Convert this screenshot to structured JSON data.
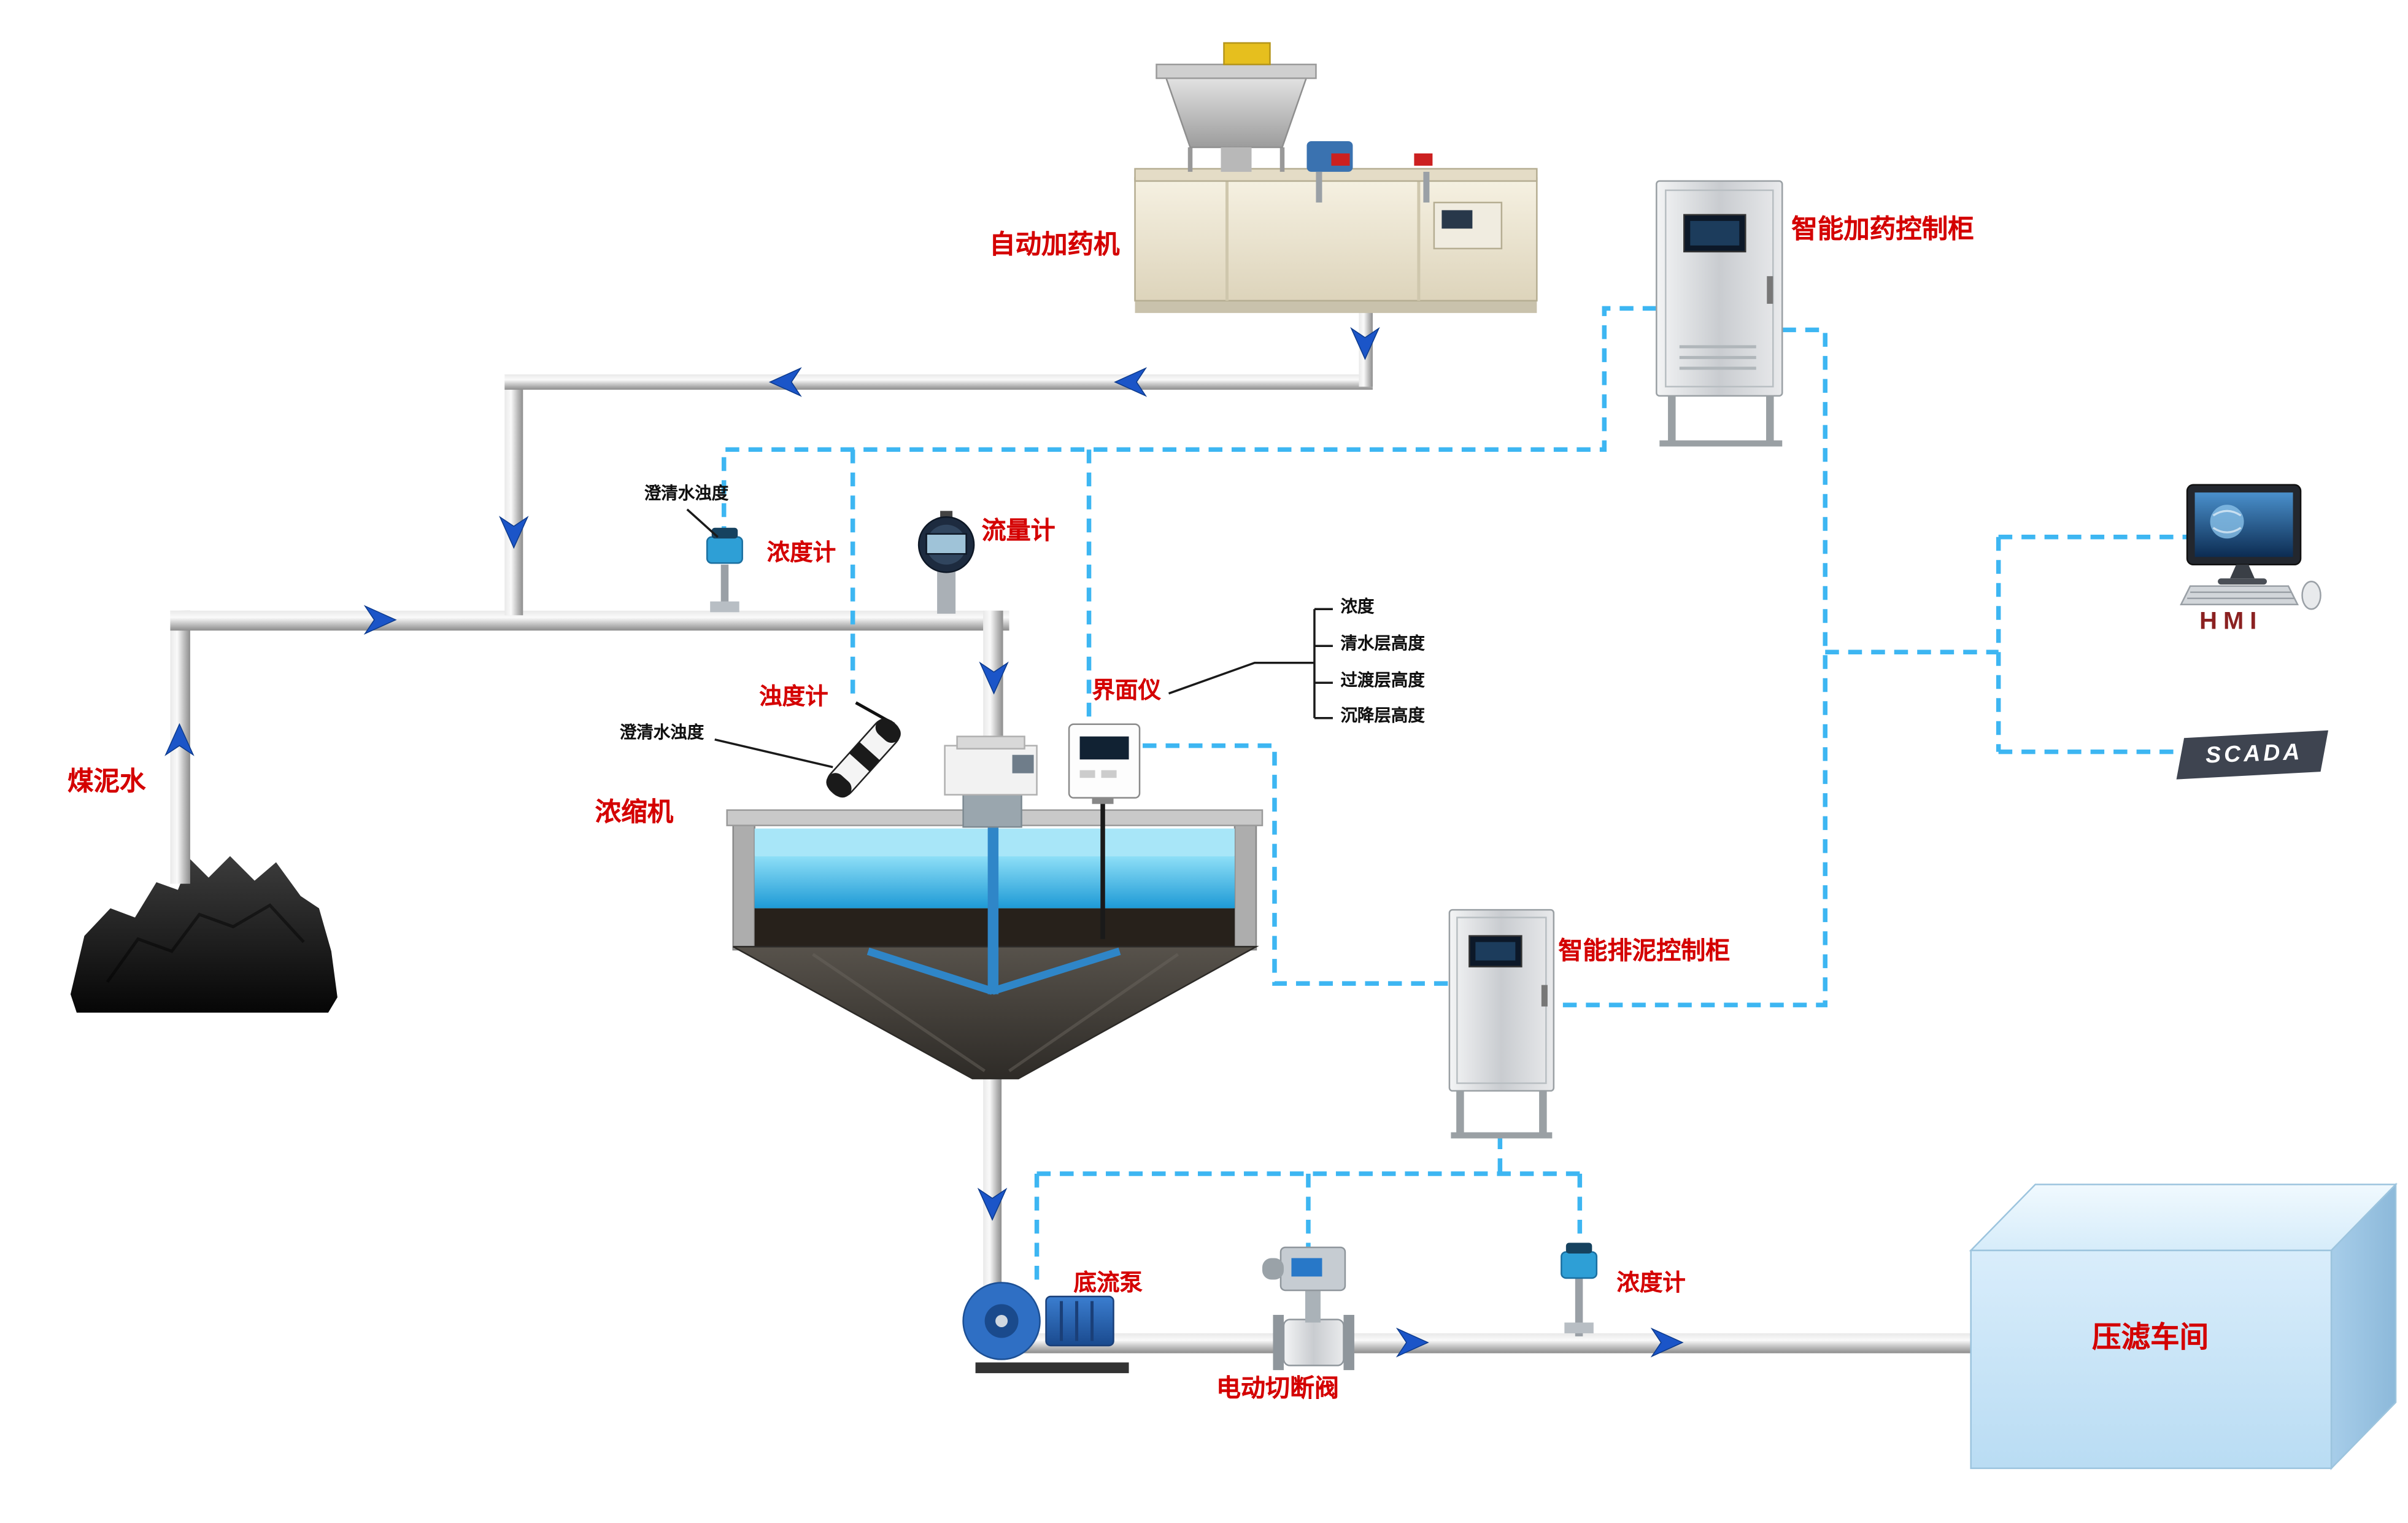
{
  "colors": {
    "label_red": "#d40000",
    "label_dark": "#111111",
    "signal_blue": "#3db6f2",
    "flow_blue": "#1b55c8",
    "hmi_label": "#8b2121",
    "scada_bg": "#3e4450",
    "water_blue": "#2aa9e1",
    "pipe_gray": "#c2c2c2"
  },
  "nodes": {
    "coal_slurry_water": {
      "label": "煤泥水"
    },
    "dosing_machine": {
      "label": "自动加药机"
    },
    "dosing_cabinet": {
      "label": "智能加药控制柜"
    },
    "hmi": {
      "label": "HMI"
    },
    "scada": {
      "label": "SCADA"
    },
    "concentration_meter_top": {
      "label": "浓度计",
      "sublabel": "澄清水浊度"
    },
    "flow_meter": {
      "label": "流量计"
    },
    "turbidity_meter": {
      "label": "浊度计",
      "sublabel": "澄清水浊度"
    },
    "thickener": {
      "label": "浓缩机"
    },
    "interface_meter": {
      "label": "界面仪",
      "params": [
        "浓度",
        "清水层高度",
        "过渡层高度",
        "沉降层高度"
      ]
    },
    "mud_discharge_cabinet": {
      "label": "智能排泥控制柜"
    },
    "underflow_pump": {
      "label": "底流泵"
    },
    "electric_shutoff_valve": {
      "label": "电动切断阀"
    },
    "concentration_meter_bottom": {
      "label": "浓度计"
    },
    "filter_press_workshop": {
      "label": "压滤车间"
    }
  }
}
